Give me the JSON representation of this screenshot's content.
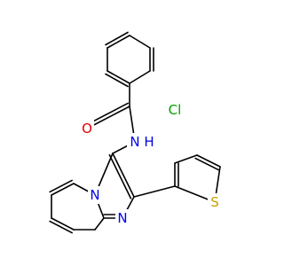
{
  "molecule": {
    "atoms": {
      "cl": {
        "text": "Cl",
        "color": "#00a000"
      },
      "o": {
        "text": "O",
        "color": "#e00000"
      },
      "n_amide": {
        "text": "N",
        "color": "#0000e0"
      },
      "h_amide": {
        "text": "H",
        "color": "#0000e0"
      },
      "n_bridge": {
        "text": "N",
        "color": "#0000e0"
      },
      "n_ring": {
        "text": "N",
        "color": "#0000e0"
      },
      "s": {
        "text": "S",
        "color": "#c8a000"
      }
    }
  }
}
